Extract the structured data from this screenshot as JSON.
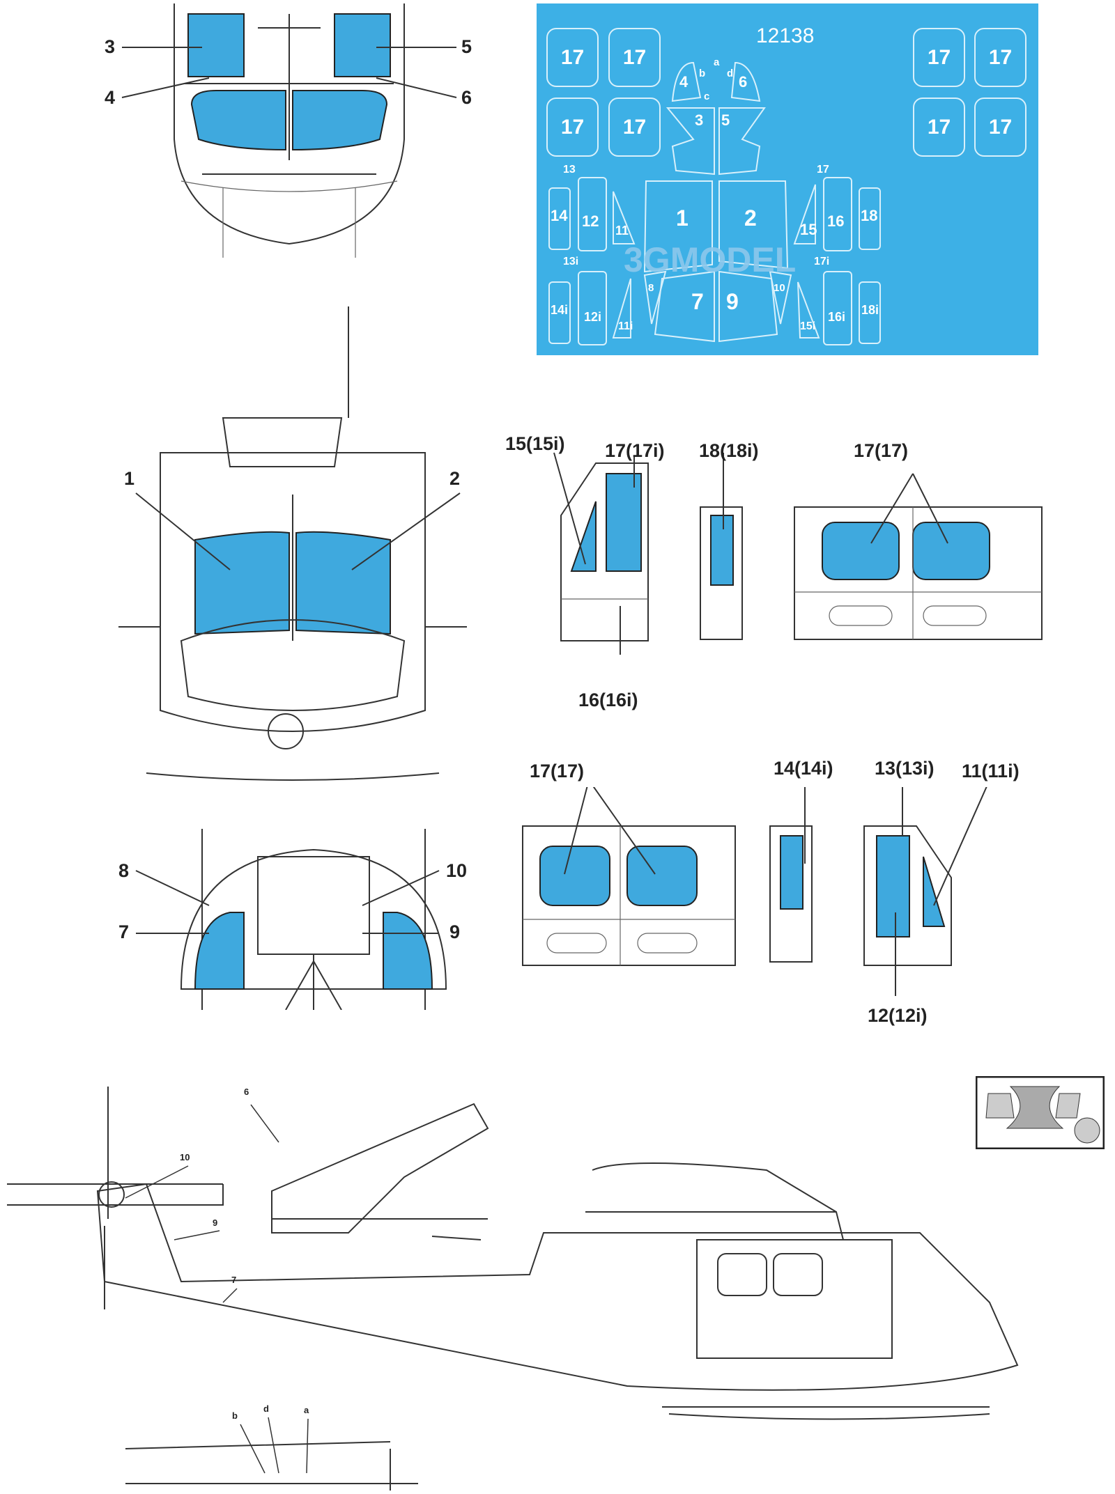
{
  "mask_sheet": {
    "code": "12138",
    "watermark": "3GMODEL",
    "pieces": {
      "p17": "17",
      "p4": "4",
      "p6": "6",
      "p3": "3",
      "p5": "5",
      "p1": "1",
      "p2": "2",
      "p7": "7",
      "p9": "9",
      "p8": "8",
      "p10": "10",
      "p11": "11",
      "p11i": "11i",
      "p12": "12",
      "p12i": "12i",
      "p13": "13",
      "p13i": "13i",
      "p14": "14",
      "p14i": "14i",
      "p15": "15",
      "p15i": "15i",
      "p16": "16",
      "p16i": "16i",
      "p17s": "17",
      "p17i": "17i",
      "p18": "18",
      "p18i": "18i",
      "a": "a",
      "b": "b",
      "c": "c",
      "d": "d"
    },
    "color": "#3db0e6"
  },
  "top_view": {
    "labels": [
      "3",
      "5",
      "4",
      "6"
    ]
  },
  "front_view": {
    "labels": [
      "1",
      "2"
    ]
  },
  "rear_view": {
    "labels": [
      "8",
      "10",
      "7",
      "9"
    ]
  },
  "doors_right": {
    "labels": [
      "15(15i)",
      "17(17i)",
      "18(18i)",
      "17(17)",
      "16(16i)"
    ]
  },
  "doors_left": {
    "labels": [
      "17(17)",
      "14(14i)",
      "13(13i)",
      "11(11i)",
      "12(12i)"
    ]
  },
  "side_view": {
    "labels": [
      "6",
      "10",
      "9",
      "7",
      "b",
      "d",
      "a"
    ]
  },
  "window_color": "#3fa9de"
}
